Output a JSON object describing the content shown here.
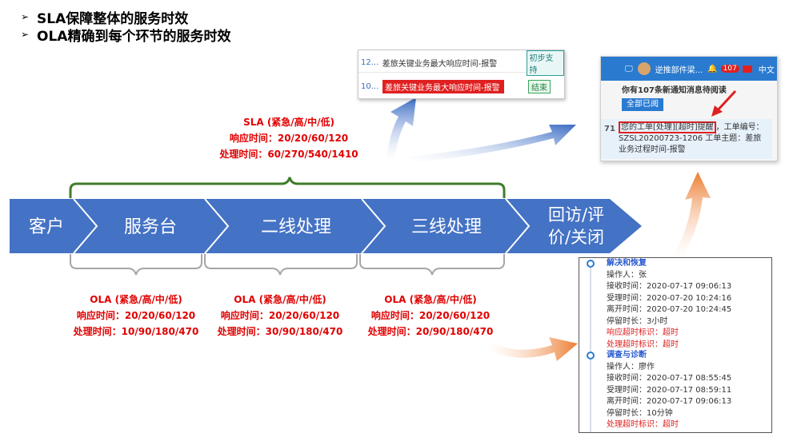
{
  "bullets": [
    "SLA保障整体的服务时效",
    "OLA精确到每个环节的服务时效"
  ],
  "sla": {
    "title": "SLA (紧急/高/中/低)",
    "response": "响应时间：20/20/60/120",
    "handling": "处理时间：60/270/540/1410"
  },
  "process_steps": [
    "客户",
    "服务台",
    "二线处理",
    "三线处理",
    "回访/评价/关闭"
  ],
  "last_step_lines": [
    "回访/评",
    "价/关闭"
  ],
  "ola": [
    {
      "title": "OLA (紧急/高/中/低)",
      "response": "响应时间：20/20/60/120",
      "handling": "处理时间：10/90/180/470"
    },
    {
      "title": "OLA (紧急/高/中/低)",
      "response": "响应时间：20/20/60/120",
      "handling": "处理时间：30/90/180/470"
    },
    {
      "title": "OLA (紧急/高/中/低)",
      "response": "响应时间：20/20/60/120",
      "handling": "处理时间：20/90/180/470"
    }
  ],
  "ticket_list": {
    "rows": [
      {
        "num": "12...",
        "text": "差旅关键业务最大响应时间-报警",
        "tag": "初步支持"
      },
      {
        "num": "10...",
        "text": "差旅关键业务最大响应时间-报警",
        "tag": "结束"
      }
    ]
  },
  "notification": {
    "user": "逆推部件梁...",
    "badge": "107",
    "lang": "中文",
    "unread": "你有107条新通知消息待阅读",
    "read_all": "全部已阅",
    "side_num": "71",
    "highlight": "您的工单[处理][超时]提醒",
    "msg_tail": "，工单编号：SZSL20200723-1206 工单主题：差旅业务过程时间-报警"
  },
  "timeline": [
    {
      "title": "解决和恢复",
      "lines": [
        "操作人：张",
        "接收时间：2020-07-17 09:06:13",
        "受理时间：2020-07-20 10:24:16",
        "离开时间：2020-07-20 10:24:45",
        "停留时长：3小时"
      ],
      "red_lines": [
        "响应超时标识：超时",
        "处理超时标识：超时"
      ]
    },
    {
      "title": "调查与诊断",
      "lines": [
        "操作人：廖作",
        "接收时间：2020-07-17 08:55:45",
        "受理时间：2020-07-17 08:59:11",
        "离开时间：2020-07-17 09:06:13",
        "停留时长：10分钟"
      ],
      "red_lines": [
        "处理超时标识：超时"
      ]
    }
  ],
  "colors": {
    "chevron": "#4472c4",
    "sla_brace": "#3f7d2a",
    "ola_brace": "#a6a6a6",
    "alert_red": "#e00000",
    "orange_arrow": "#ed7d31"
  }
}
